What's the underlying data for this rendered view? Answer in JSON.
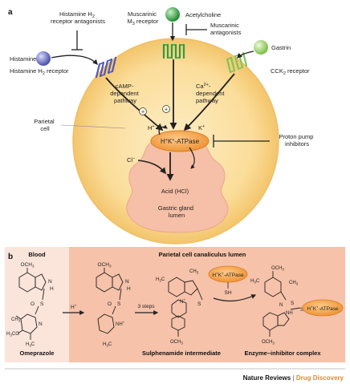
{
  "panel_a": {
    "label": "a",
    "histamine_h2_antagonists": [
      "Histamine H",
      "2",
      "receptor antagonists"
    ],
    "acetylcholine": "Acetylcholine",
    "muscarinic_antagonists": [
      "Muscarinic",
      "antagonists"
    ],
    "muscarinic_receptor": [
      "Muscarinic",
      "M",
      "3",
      " receptor"
    ],
    "gastrin": "Gastrin",
    "histamine": "Histamine",
    "histamine_h2_receptor": [
      "Histamine H",
      "2",
      " receptor"
    ],
    "camp_pathway": [
      "cAMP-",
      "dependent",
      "pathway"
    ],
    "ca_pathway": [
      "Ca",
      "2+",
      "-",
      "dependent",
      "pathway"
    ],
    "cck2_receptor": [
      "CCK",
      "2",
      " receptor"
    ],
    "plus_sign": "+",
    "h_plus": [
      "H",
      "+"
    ],
    "k_plus": [
      "K",
      "+"
    ],
    "pump_label": [
      "H",
      "+",
      "K",
      "+",
      "-ATPase"
    ],
    "parietal_cell": [
      "Parietal",
      "cell"
    ],
    "proton_pump_inhibitors": [
      "Proton pump",
      "inhibitors"
    ],
    "cl_minus": [
      "Cl",
      "−"
    ],
    "acid": "Acid (HCl)",
    "lumen": [
      "Gastric gland",
      "lumen"
    ]
  },
  "panel_b": {
    "label": "b",
    "blood": "Blood",
    "canaliculus": "Parietal cell canaliculus lumen",
    "h_plus": [
      "H",
      "+"
    ],
    "three_steps": "3 steps",
    "sh": "SH",
    "pump_label": [
      "H",
      "+",
      "K",
      "+",
      "-ATPase"
    ],
    "omeprazole": "Omeprazole",
    "sulphenamide": "Sulphenamide intermediate",
    "complex": "Enzyme–inhibitor complex",
    "och3": "OCH",
    "och3_sub": "3",
    "h3co": "H",
    "h3co_sub": "3",
    "h3co_end": "CO",
    "ch3": "CH",
    "ch3_sub": "3",
    "h3c": "H",
    "h3c_sub": "3",
    "h3c_end": "C",
    "n": "N",
    "nh": "NH",
    "nh_plus": [
      "NH",
      "+"
    ],
    "h_atom": "H",
    "o": "O",
    "s": "S",
    "n_plus": "+"
  },
  "footer": {
    "journal": "Nature Reviews",
    "separator": " | ",
    "section": "Drug Discovery"
  },
  "colors": {
    "cell_fill": "#fbe1a6",
    "cell_edge": "#efc167",
    "lumen_fill": "#f7c0a8",
    "panel_b_left": "#fbe4da",
    "panel_b_right": "#f6c0a7",
    "pump_orange": "#f4a24b",
    "histamine_purple": "#6b72c4",
    "acetylcholine_green": "#3fa84b",
    "gastrin_green": "#9ad463",
    "footer_orange": "#e4892c"
  }
}
